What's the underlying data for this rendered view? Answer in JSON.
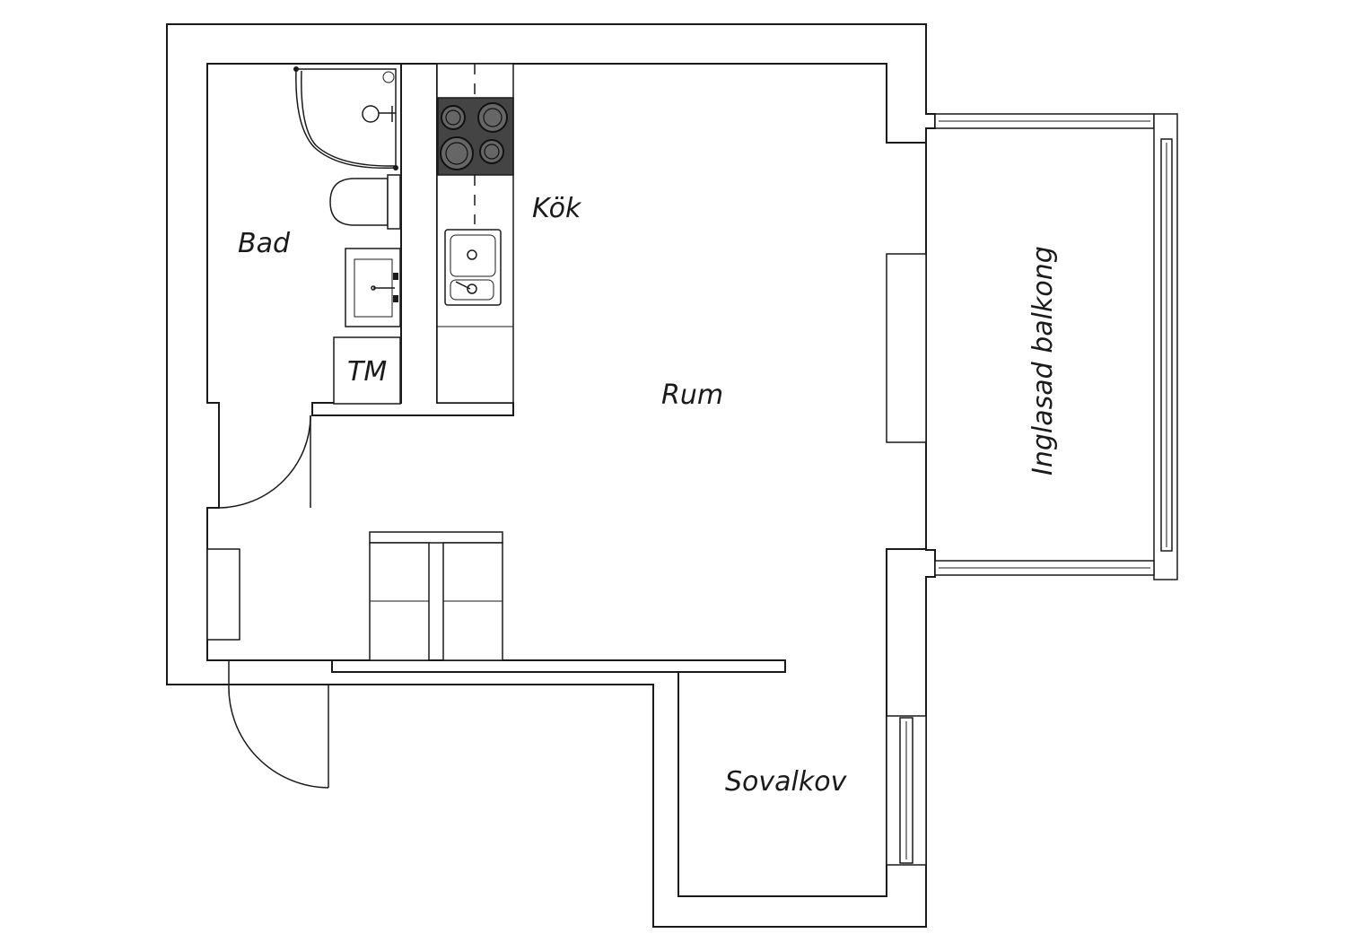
{
  "rooms": {
    "bad": "Bad",
    "kok": "Kök",
    "tm": "TM",
    "rum": "Rum",
    "balkong": "Inglasad balkong",
    "sovalkov": "Sovalkov"
  },
  "colors": {
    "line": "#1a1a1a",
    "stove": "#444444",
    "burner": "#666666",
    "background": "#ffffff"
  }
}
